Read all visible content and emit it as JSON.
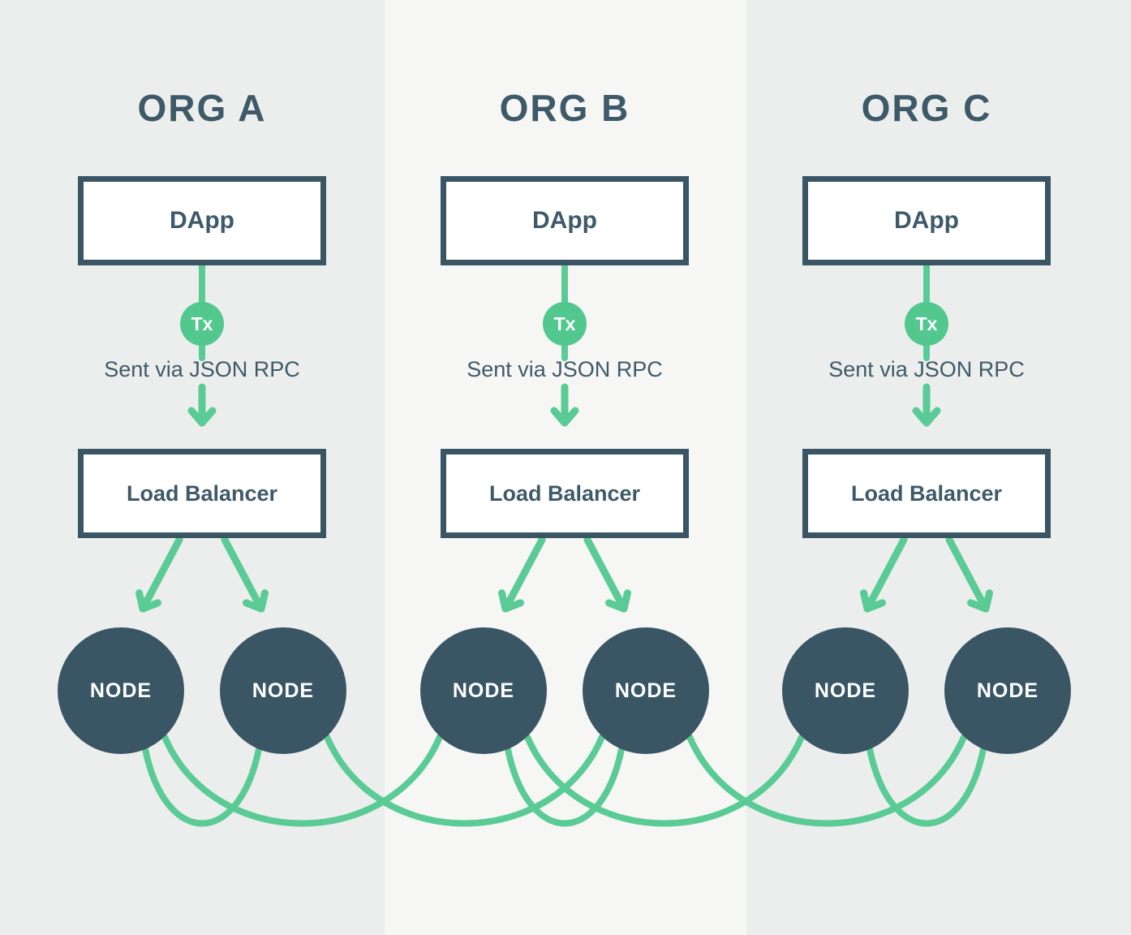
{
  "orgs": [
    {
      "title": "ORG A",
      "dapp_label": "DApp",
      "tx_label": "Tx",
      "rpc_label": "Sent via JSON RPC",
      "lb_label": "Load Balancer",
      "nodes": [
        {
          "label": "NODE"
        },
        {
          "label": "NODE"
        }
      ]
    },
    {
      "title": "ORG B",
      "dapp_label": "DApp",
      "tx_label": "Tx",
      "rpc_label": "Sent via JSON RPC",
      "lb_label": "Load Balancer",
      "nodes": [
        {
          "label": "NODE"
        },
        {
          "label": "NODE"
        }
      ]
    },
    {
      "title": "ORG C",
      "dapp_label": "DApp",
      "tx_label": "Tx",
      "rpc_label": "Sent via JSON RPC",
      "lb_label": "Load Balancer",
      "nodes": [
        {
          "label": "NODE"
        },
        {
          "label": "NODE"
        }
      ]
    }
  ],
  "colors": {
    "green": "#5bcb95",
    "green_dark": "#52c88f",
    "slate": "#3a5665",
    "slate_text": "#3e5a68",
    "stripe": "#eceeed",
    "stripe_light": "#f6f7f5",
    "white": "#ffffff"
  }
}
